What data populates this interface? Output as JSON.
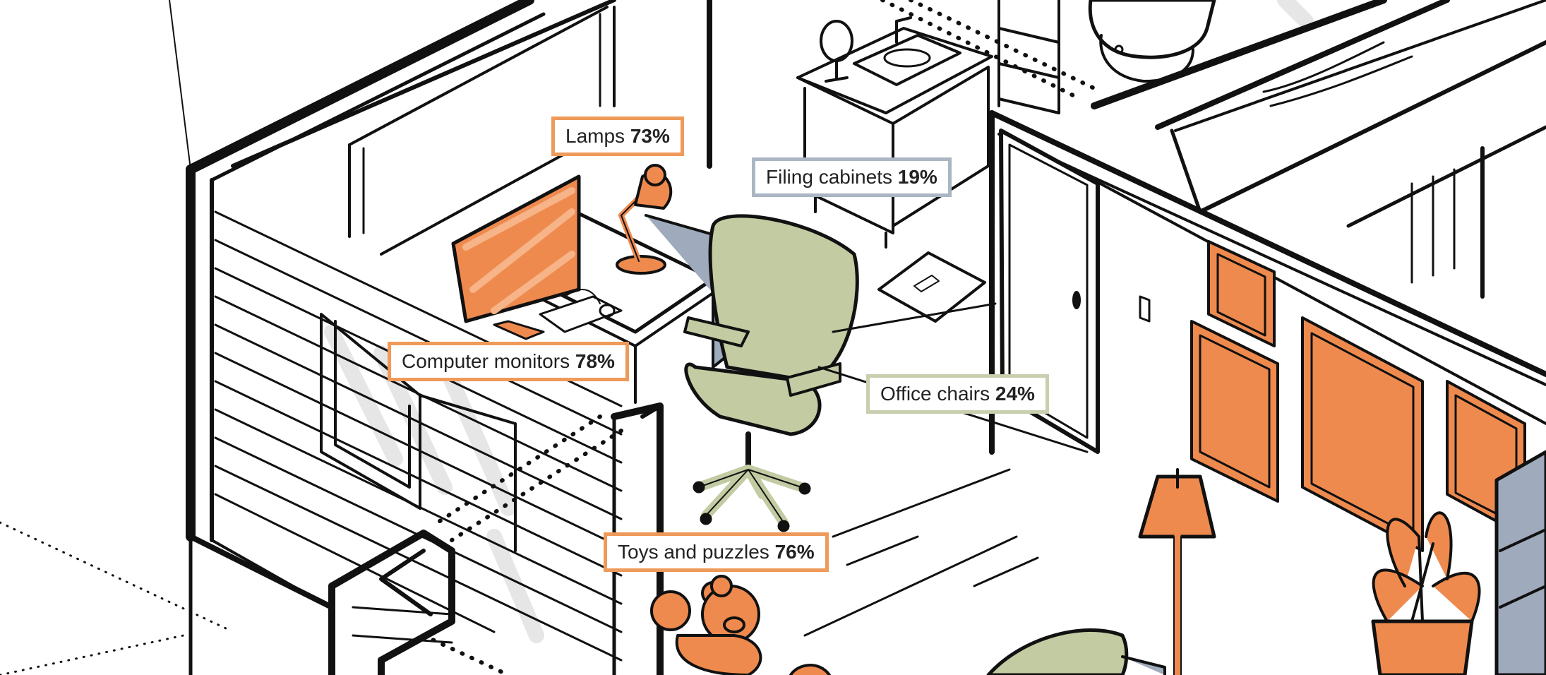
{
  "palette": {
    "ink": "#111111",
    "orange": "#ef8a4e",
    "orange_border": "#ef9a5a",
    "slate": "#9fabbc",
    "slate_border": "#aab6c3",
    "sage": "#c2cba2",
    "sage_border": "#c8cfae",
    "background": "#ffffff"
  },
  "callouts": [
    {
      "id": "lamps",
      "label": "Lamps",
      "value": "73%",
      "color": "orange"
    },
    {
      "id": "filing-cabinets",
      "label": "Filing cabinets",
      "value": "19%",
      "color": "gray"
    },
    {
      "id": "computer-monitors",
      "label": "Computer monitors",
      "value": "78%",
      "color": "orange"
    },
    {
      "id": "office-chairs",
      "label": "Office chairs",
      "value": "24%",
      "color": "green"
    },
    {
      "id": "toys-and-puzzles",
      "label": "Toys and puzzles",
      "value": "76%",
      "color": "orange"
    }
  ],
  "icons": [
    "monitor-icon",
    "desk-lamp-icon",
    "filing-cabinet-icon",
    "office-chair-icon",
    "teddy-bear-icon",
    "floor-lamp-icon",
    "potted-plant-icon",
    "toilet-icon",
    "sink-icon",
    "mirror-icon",
    "bath-mat-icon",
    "door-icon",
    "picture-frame-icon"
  ]
}
